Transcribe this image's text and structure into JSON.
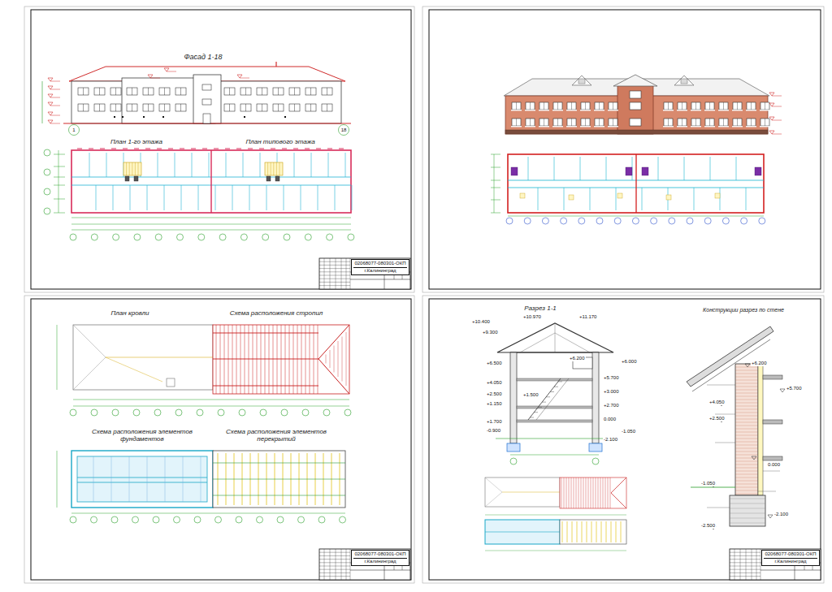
{
  "diagram": {
    "nodes": [
      {
        "text": [
          "02068077-080301-ОКП",
          "г.Калининград"
        ]
      },
      {
        "text": [
          "02068077-080301-ОКП",
          "г.Калининград"
        ]
      },
      {
        "text": [
          "02068077-080301-ОКП",
          "г.Калининград"
        ]
      }
    ],
    "labels": [
      "Фасад 1-18",
      "План 1-го этажа",
      "План типового этажа",
      "1",
      "18",
      "План кровли",
      "Схема расположения стропил",
      "Схема расположения элементов фундаментов",
      "Схема расположения элементов перекрытий",
      "Разрез 1-1",
      "Конструкции разрез по стене",
      "+10.400",
      "+9.300",
      "+10.970",
      "+11.170",
      "+6.500",
      "+4.050",
      "+2.500",
      "+1.150",
      "+1.700",
      "-0.900",
      "+6.200",
      "+6.000",
      "+5.700",
      "+3.000",
      "+2.700",
      "0.000",
      "-1.050",
      "-2.100",
      "+1.500",
      "+6.200",
      "+5.700",
      "+4.050",
      "+2.500",
      "0.000",
      "-1.050",
      "-2.100",
      "-2.500"
    ]
  }
}
